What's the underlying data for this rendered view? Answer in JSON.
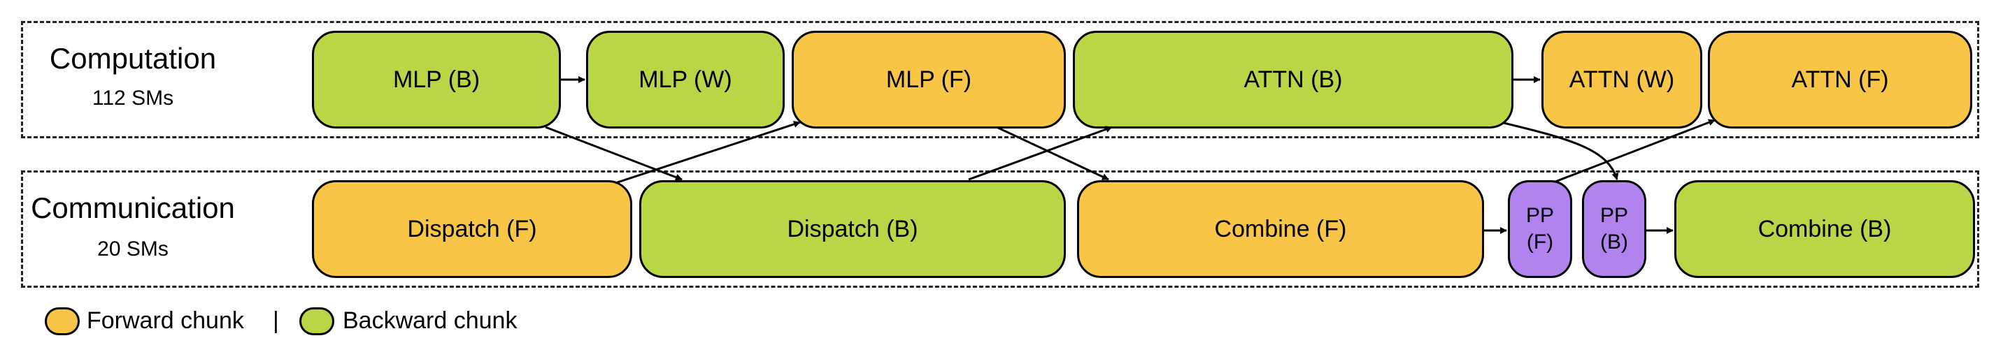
{
  "lanes": {
    "computation": {
      "title": "Computation",
      "subtitle": "112 SMs"
    },
    "communication": {
      "title": "Communication",
      "subtitle": "20 SMs"
    }
  },
  "blocks": {
    "mlp_b": "MLP (B)",
    "mlp_w": "MLP (W)",
    "mlp_f": "MLP (F)",
    "attn_b": "ATTN (B)",
    "attn_w": "ATTN (W)",
    "attn_f": "ATTN (F)",
    "dispatch_f": "Dispatch (F)",
    "dispatch_b": "Dispatch (B)",
    "combine_f": "Combine (F)",
    "pp_f": [
      "PP",
      "(F)"
    ],
    "pp_b": [
      "PP",
      "(B)"
    ],
    "combine_b": "Combine (B)"
  },
  "legend": {
    "forward": "Forward chunk",
    "separator": "|",
    "backward": "Backward chunk"
  },
  "colors": {
    "forward": "#f8c546",
    "backward": "#b8d645",
    "pp": "#b083ef"
  }
}
